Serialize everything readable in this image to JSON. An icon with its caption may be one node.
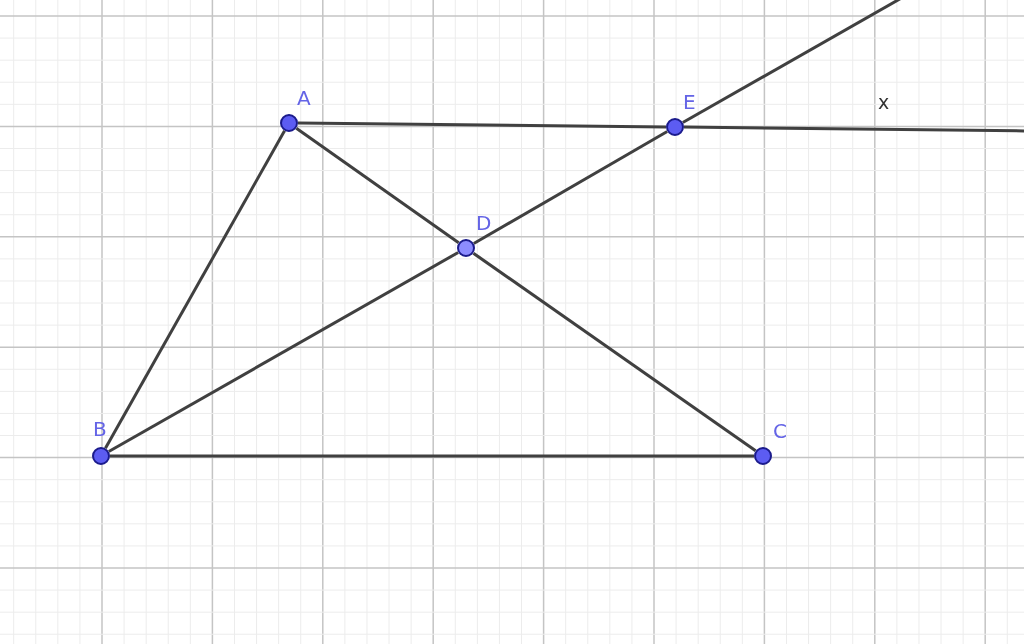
{
  "diagram": {
    "nodes": [
      {
        "text": [
          "A"
        ]
      },
      {
        "text": [
          "B"
        ]
      },
      {
        "text": [
          "C"
        ]
      },
      {
        "text": [
          "D"
        ]
      },
      {
        "text": [
          "E"
        ]
      }
    ],
    "edges": [
      {
        "from": 1,
        "to": 0,
        "arrow": "none"
      },
      {
        "from": 1,
        "to": 2,
        "arrow": "none"
      },
      {
        "from": 0,
        "to": 3,
        "arrow": "none"
      },
      {
        "from": 3,
        "to": 2,
        "arrow": "none"
      },
      {
        "from": 1,
        "to": 3,
        "arrow": "none"
      },
      {
        "from": 3,
        "to": 4,
        "arrow": "none"
      },
      {
        "from": 4,
        "to": null,
        "arrow": "none"
      },
      {
        "from": 0,
        "to": 4,
        "arrow": "none"
      },
      {
        "from": 4,
        "to": null,
        "arrow": "none"
      }
    ],
    "labels": [
      "x"
    ]
  }
}
